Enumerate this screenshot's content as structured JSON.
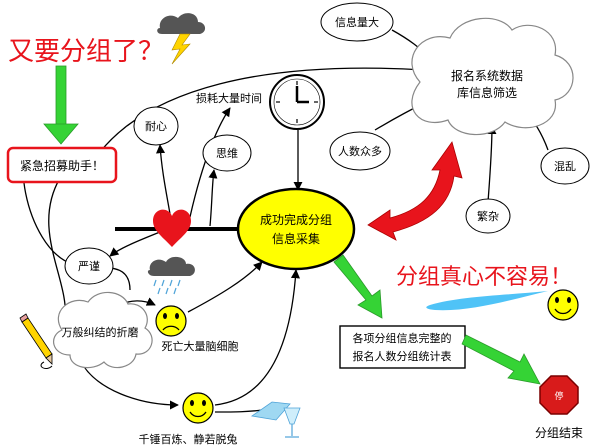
{
  "headline_left": "又要分组了？",
  "headline_right": "分组真心不容易！",
  "urgent_box": "紧急招募助手！",
  "center_node": [
    "成功完成分组",
    "信息采集"
  ],
  "cloud_main": [
    "报名系统数据",
    "库信息筛选"
  ],
  "cloud_left": "万般纠结的折磨",
  "time_label": "损耗大量时间",
  "nodes": {
    "patience": "耐心",
    "thinking": "思维",
    "rigor": "严谨",
    "info_volume": "信息量大",
    "many_people": "人数众多",
    "complex": "繁杂",
    "chaos": "混乱",
    "brain_cells": "死亡大量脑细胞",
    "refined": "千锤百炼、静若脱兔"
  },
  "result_box": [
    "各项分组信息完整的",
    "报名人数分组统计表"
  ],
  "stop_sign": "停",
  "end_label": "分组结束",
  "colors": {
    "red_text": "#e8141c",
    "green_arrow": "#35d335",
    "red_arrow": "#e8141c",
    "yellow": "#ffff00",
    "heart": "#e8141c",
    "stop": "#d81b1b",
    "cloud_rain": "#555555",
    "blue_streak": "#4fc3f7"
  },
  "icons": [
    "lightning-cloud-icon",
    "clock-icon",
    "heart-icon",
    "rain-cloud-icon",
    "sad-face-icon",
    "smiley-face-icon",
    "pencil-icon",
    "water-glass-icon",
    "stop-sign-icon"
  ]
}
